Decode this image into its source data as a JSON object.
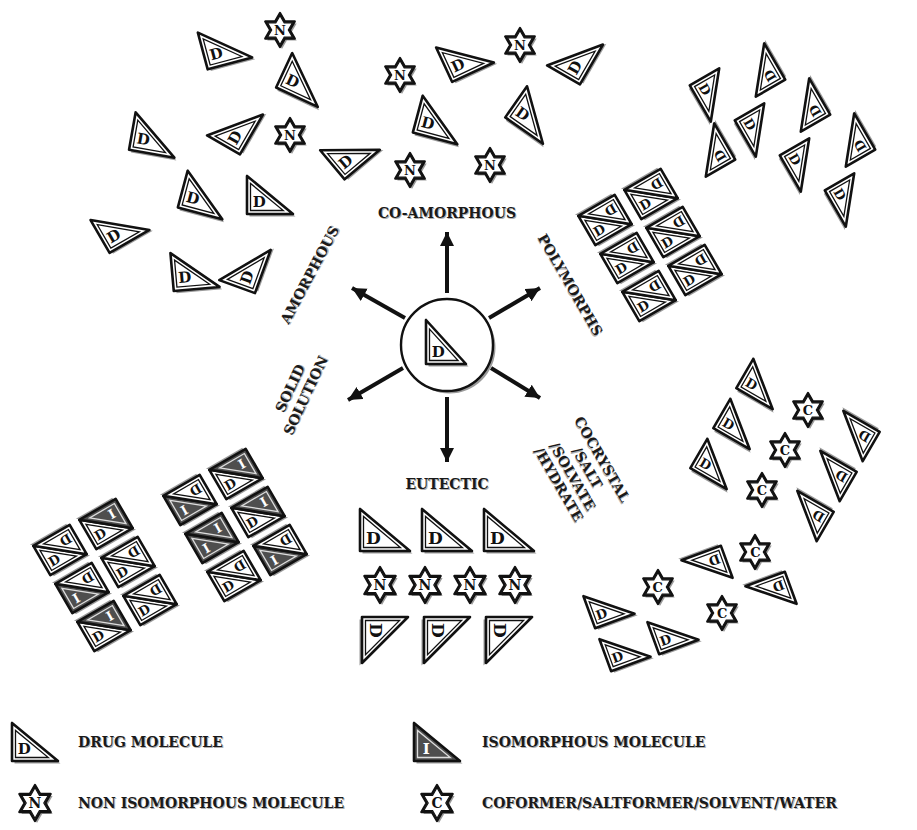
{
  "diagram": {
    "nodes": [
      {
        "text": [
          "D"
        ]
      },
      {
        "text": [
          "N"
        ]
      },
      {
        "text": [
          "D"
        ]
      },
      {
        "text": [
          "N"
        ]
      },
      {
        "text": [
          "D"
        ]
      },
      {
        "text": [
          "D"
        ]
      },
      {
        "text": [
          "N"
        ]
      },
      {
        "text": [
          "D"
        ]
      },
      {
        "text": [
          "D"
        ]
      },
      {
        "text": [
          "N"
        ]
      },
      {
        "text": [
          "D"
        ]
      },
      {
        "text": [
          "N"
        ]
      },
      {
        "text": [
          "N"
        ]
      },
      {
        "text": [
          "D"
        ]
      },
      {
        "text": [
          "D"
        ]
      },
      {
        "text": [
          "D"
        ]
      },
      {
        "text": [
          "D"
        ]
      },
      {
        "text": [
          "D"
        ]
      },
      {
        "text": [
          "D"
        ]
      },
      {
        "text": [
          "D"
        ]
      },
      {
        "text": [
          "D"
        ]
      },
      {
        "text": [
          "D"
        ]
      },
      {
        "text": [
          "D"
        ]
      },
      {
        "text": [
          "D"
        ]
      },
      {
        "text": [
          "D"
        ]
      },
      {
        "text": [
          "D"
        ]
      },
      {
        "text": [
          "D"
        ]
      },
      {
        "text": [
          "D"
        ]
      },
      {
        "text": [
          "D"
        ]
      },
      {
        "text": [
          "D"
        ]
      },
      {
        "text": [
          "D"
        ]
      },
      {
        "text": [
          "D"
        ]
      },
      {
        "text": [
          "D"
        ]
      },
      {
        "text": [
          "D"
        ]
      },
      {
        "text": [
          "D"
        ]
      },
      {
        "text": [
          "D"
        ]
      },
      {
        "text": [
          "D"
        ]
      },
      {
        "text": [
          "D"
        ]
      },
      {
        "text": [
          "D"
        ]
      },
      {
        "text": [
          "D"
        ]
      },
      {
        "text": [
          "D"
        ]
      },
      {
        "text": [
          "D"
        ]
      },
      {
        "text": [
          "D"
        ]
      },
      {
        "text": [
          "D"
        ]
      },
      {
        "text": [
          "I"
        ]
      },
      {
        "text": [
          "I"
        ]
      },
      {
        "text": [
          "D"
        ]
      },
      {
        "text": [
          "D"
        ]
      },
      {
        "text": [
          "D"
        ]
      },
      {
        "text": [
          "D"
        ]
      },
      {
        "text": [
          "I"
        ]
      },
      {
        "text": [
          "D"
        ]
      },
      {
        "text": [
          "D"
        ]
      },
      {
        "text": [
          "I"
        ]
      },
      {
        "text": [
          "D"
        ]
      },
      {
        "text": [
          "D"
        ]
      },
      {
        "text": [
          "I"
        ]
      },
      {
        "text": [
          "I"
        ]
      },
      {
        "text": [
          "I"
        ]
      },
      {
        "text": [
          "D"
        ]
      },
      {
        "text": [
          "I"
        ]
      },
      {
        "text": [
          "D"
        ]
      },
      {
        "text": [
          "D"
        ]
      },
      {
        "text": [
          "I"
        ]
      },
      {
        "text": [
          "D"
        ]
      },
      {
        "text": [
          "D"
        ]
      },
      {
        "text": [
          "C"
        ]
      },
      {
        "text": [
          "D"
        ]
      },
      {
        "text": [
          "D"
        ]
      },
      {
        "text": [
          "C"
        ]
      },
      {
        "text": [
          "D"
        ]
      },
      {
        "text": [
          "D"
        ]
      },
      {
        "text": [
          "C"
        ]
      },
      {
        "text": [
          "D"
        ]
      },
      {
        "text": [
          "D"
        ]
      },
      {
        "text": [
          "C"
        ]
      },
      {
        "text": [
          "D"
        ]
      },
      {
        "text": [
          "C"
        ]
      },
      {
        "text": [
          "D"
        ]
      },
      {
        "text": [
          "D"
        ]
      },
      {
        "text": [
          "C"
        ]
      },
      {
        "text": [
          "D"
        ]
      },
      {
        "text": [
          "D"
        ]
      },
      {
        "text": [
          "D"
        ]
      },
      {
        "text": [
          "D"
        ]
      },
      {
        "text": [
          "N"
        ]
      },
      {
        "text": [
          "N"
        ]
      },
      {
        "text": [
          "N"
        ]
      },
      {
        "text": [
          "N"
        ]
      },
      {
        "text": [
          "D"
        ]
      },
      {
        "text": [
          "D"
        ]
      },
      {
        "text": [
          "D"
        ]
      }
    ],
    "labels": [
      "CO-AMORPHOUS",
      "AMORPHOUS",
      "POLYMORPHS",
      "SOLID SOLUTION",
      "COCRYSTAL /SALT /SOLVATE /HYDRATE",
      "EUTECTIC",
      "D",
      "I",
      "N",
      "C"
    ],
    "legend": [
      {
        "text": "DRUG MOLECULE"
      },
      {
        "text": "ISOMORPHOUS MOLECULE"
      },
      {
        "text": "NON ISOMORPHOUS MOLECULE"
      },
      {
        "text": "COFORMER/SALTFORMER/SOLVENT/WATER"
      }
    ]
  }
}
